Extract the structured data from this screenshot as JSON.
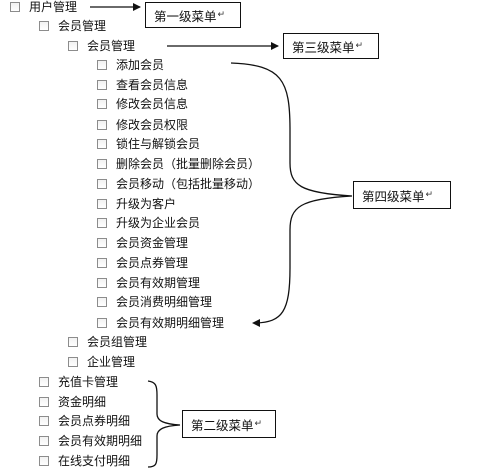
{
  "tree": [
    {
      "label": "用户管理"
    },
    {
      "label": "会员管理"
    },
    {
      "label": "会员管理"
    },
    {
      "label": "添加会员"
    },
    {
      "label": "查看会员信息"
    },
    {
      "label": "修改会员信息"
    },
    {
      "label": "修改会员权限"
    },
    {
      "label": "锁住与解锁会员"
    },
    {
      "label": "删除会员（批量删除会员）"
    },
    {
      "label": "会员移动（包括批量移动）"
    },
    {
      "label": "升级为客户"
    },
    {
      "label": "升级为企业会员"
    },
    {
      "label": "会员资金管理"
    },
    {
      "label": "会员点券管理"
    },
    {
      "label": "会员有效期管理"
    },
    {
      "label": "会员消费明细管理"
    },
    {
      "label": "会员有效期明细管理"
    },
    {
      "label": "会员组管理"
    },
    {
      "label": "企业管理"
    },
    {
      "label": "充值卡管理"
    },
    {
      "label": "资金明细"
    },
    {
      "label": "会员点券明细"
    },
    {
      "label": "会员有效期明细"
    },
    {
      "label": "在线支付明细"
    }
  ],
  "callouts": {
    "level1": "第一级菜单",
    "level2": "第二级菜单",
    "level3": "第三级菜单",
    "level4": "第四级菜单",
    "return_mark": "↵"
  }
}
